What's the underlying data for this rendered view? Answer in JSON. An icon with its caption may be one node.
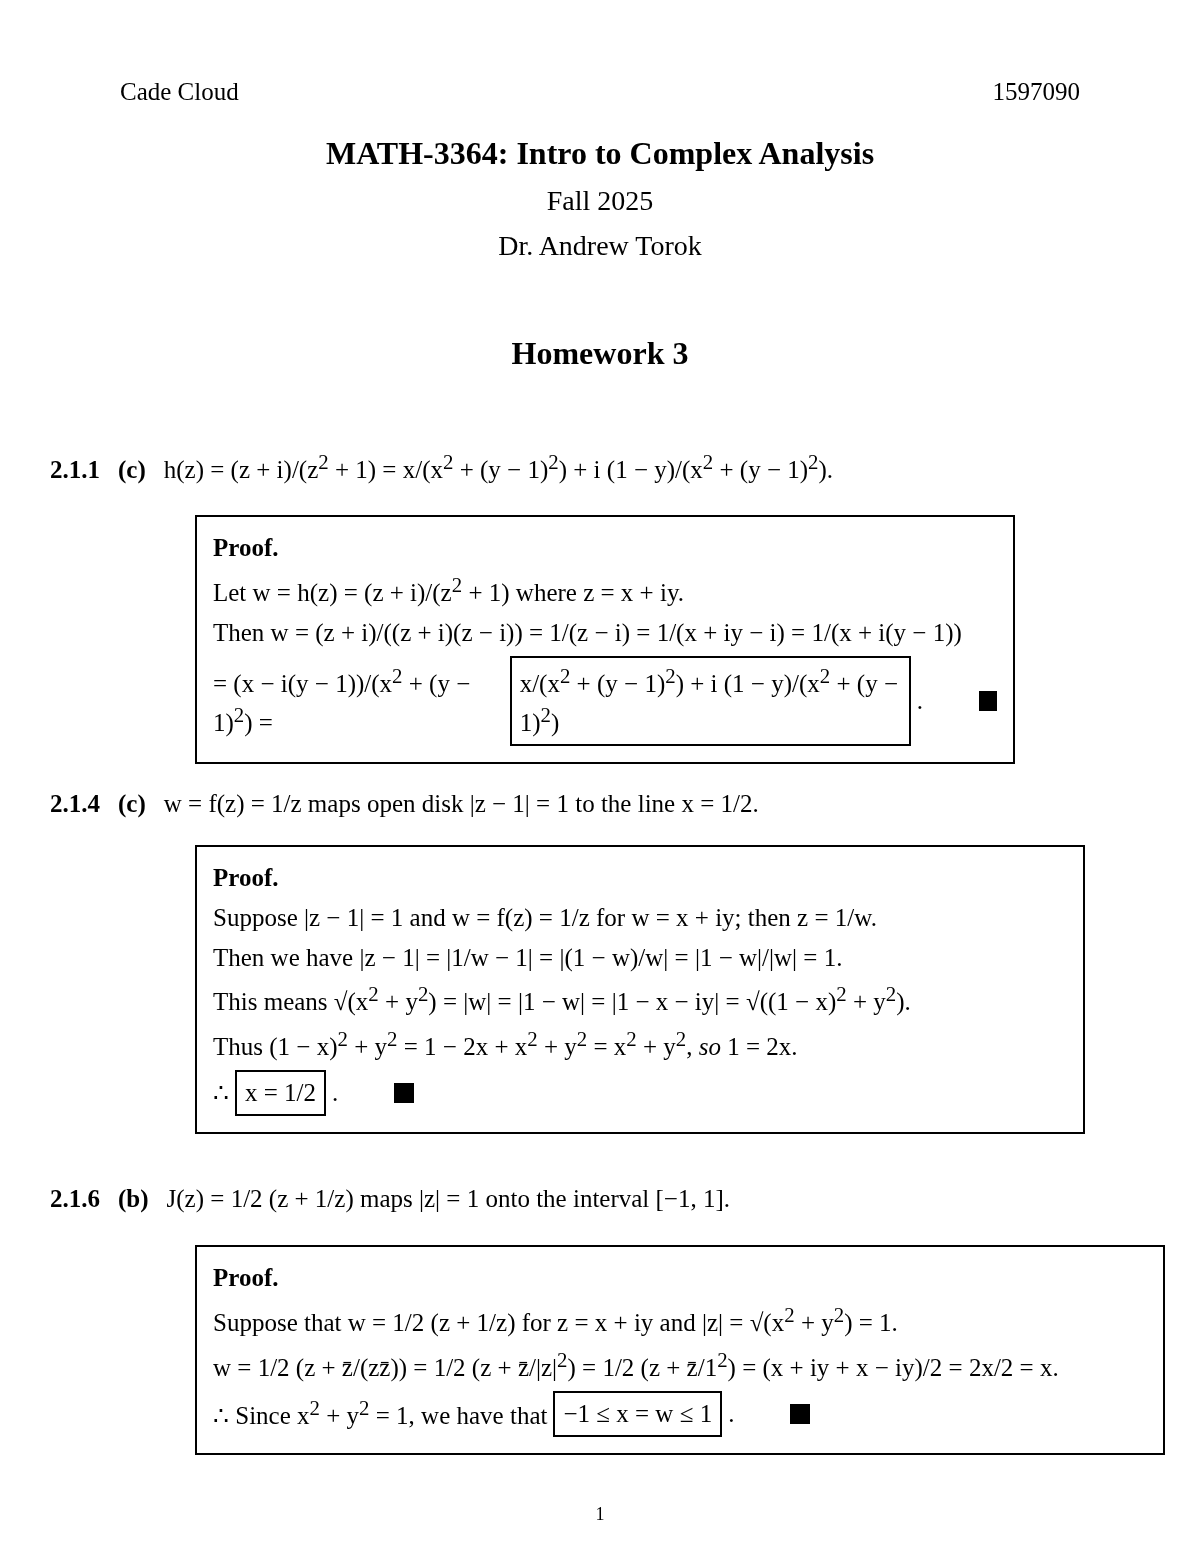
{
  "diagram": {
    "title": "MATH-3364: Intro to Complex Analysis",
    "nodes": [
      {
        "text": [
          "Proof.",
          "Let w = h(z) = (z + i)/(z$^{2}$ + 1) where z = x + iy.",
          "Then w = (z + i)/((z + i)(z − i)) = 1/(z − i) = 1/(x + iy − i) = 1/(x + i(y − 1))",
          "= (x − i(y − 1))/(x$^{2}$ + (y − 1)$^{2}$) ="
        ]
      },
      {
        "text": [
          "x/(x$^{2}$ + (y − 1)$^{2}$) + i (1 − y)/(x$^{2}$ + (y − 1)$^{2}$)"
        ],
        "in": 0
      },
      {
        "text": [
          "Proof.",
          "Suppose |z − 1| = 1 and w = f(z) = 1/z for w = x + iy; then z = 1/w.",
          "Then we have |z − 1| = |1/w − 1| = |(1 − w)/w| = |1 − w|/|w| = 1.",
          "This means √(x$^{2}$ + y$^{2}$) = |w| = |1 − w| = |1 − x − iy| = √((1 − x)$^{2}$ + y$^{2}$).",
          "Thus (1 − x)$^{2}$ + y$^{2}$ = 1 − 2x + x$^{2}$ + y$^{2}$ = x$^{2}$ + y$^{2}$, *so* 1 = 2x.",
          "∴"
        ]
      },
      {
        "text": [
          "x = 1/2"
        ],
        "in": 2
      },
      {
        "text": [
          "Proof.",
          "Suppose that w = 1/2 (z + 1/z) for z = x + iy and |z| = √(x$^{2}$ + y$^{2}$) = 1.",
          "w = 1/2 (z + z̄/(zz̄)) = 1/2 (z + z̄/|z|$^{2}$) = 1/2 (z + z̄/1$^{2}$) = (x + iy + x − iy)/2 = 2x/2 = x.",
          "∴   Since x$^{2}$ + y$^{2}$ = 1, we have that"
        ]
      },
      {
        "text": [
          "−1 ≤ x = w ≤ 1"
        ],
        "in": 4
      }
    ],
    "labels": [
      "Cade Cloud",
      "1597090",
      "Fall 2025",
      "Dr. Andrew Torok",
      "Homework 3",
      "2.1.1",
      "(c)",
      "h(z) = (z + i)/(z$^{2}$ + 1) = x/(x$^{2}$ + (y − 1)$^{2}$) + i (1 − y)/(x$^{2}$ + (y − 1)$^{2}$).",
      ".",
      "2.1.4",
      "(c)",
      "w = f(z) = 1/z maps open disk |z − 1| = 1 to the line x = 1/2.",
      ".",
      "2.1.6",
      "(b)",
      "J(z) = 1/2 (z + 1/z) maps |z| = 1 onto the interval [−1, 1].",
      ".",
      "1"
    ]
  }
}
